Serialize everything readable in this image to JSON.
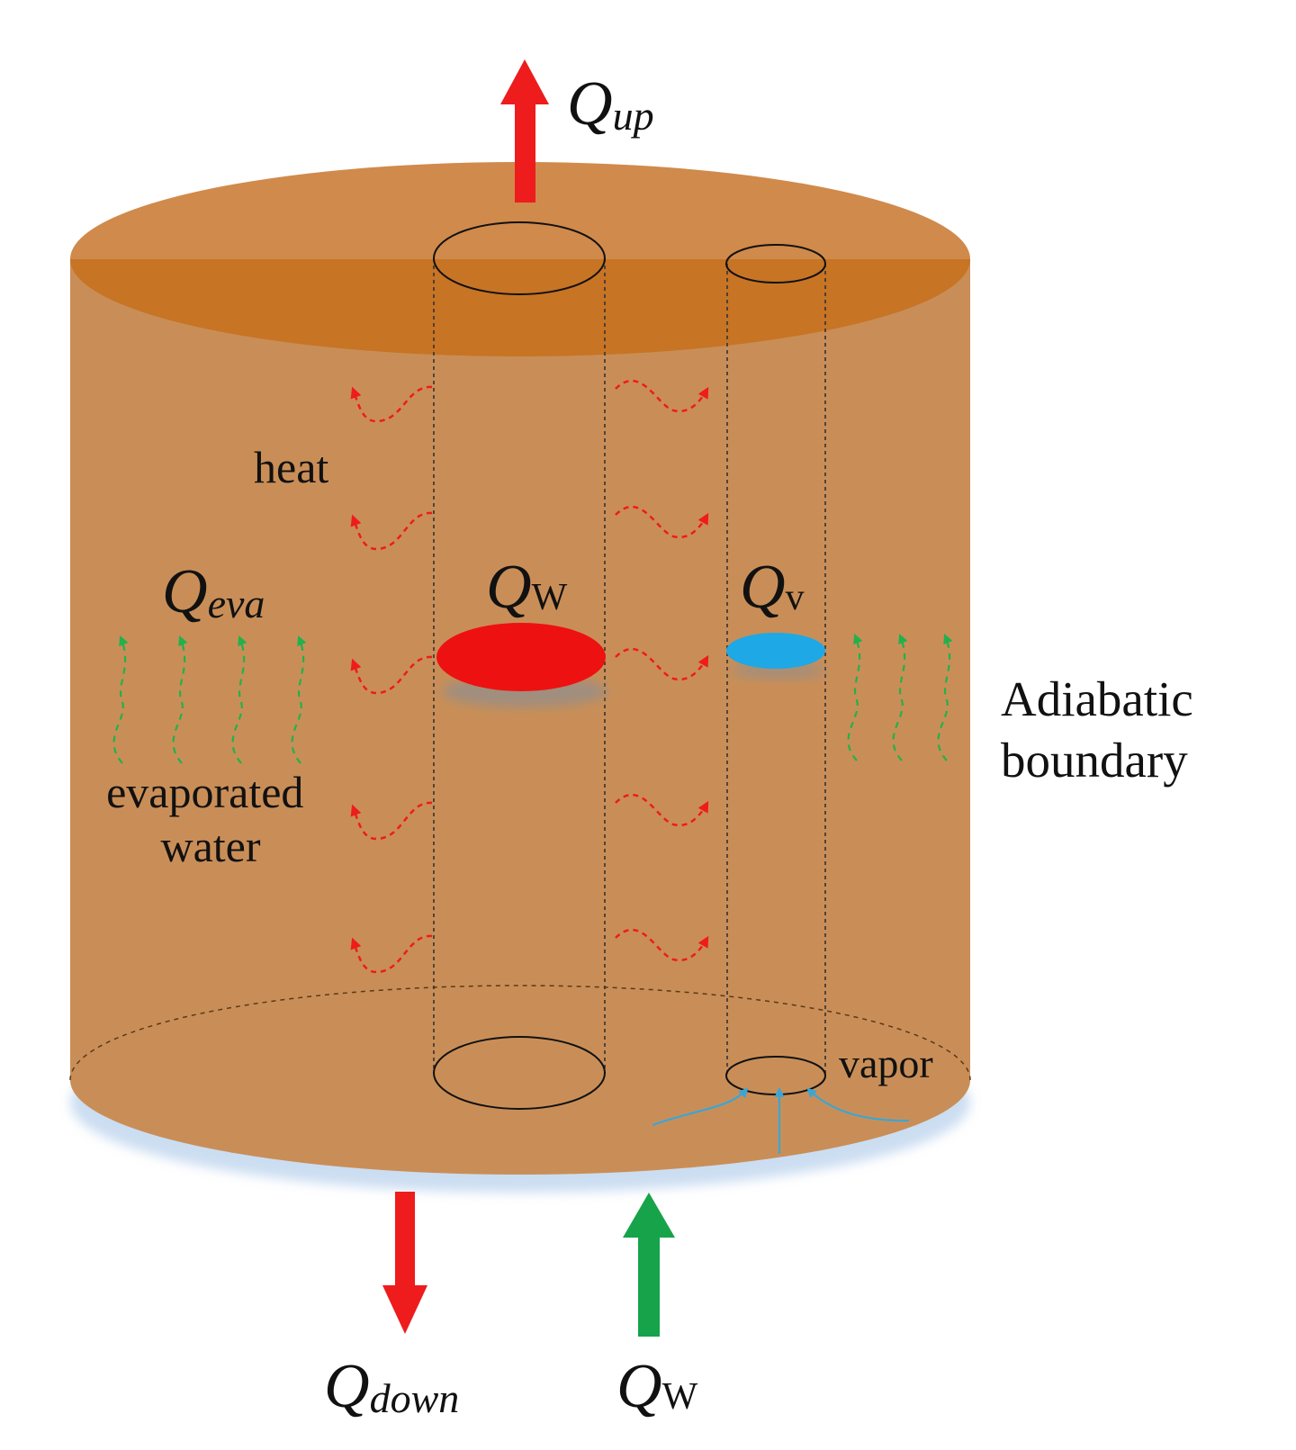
{
  "labels": {
    "q_up_main": "Q",
    "q_up_sub": "up",
    "heat": "heat",
    "q_eva_main": "Q",
    "q_eva_sub": "eva",
    "q_w_center_main": "Q",
    "q_w_center_sub": "W",
    "q_v_main": "Q",
    "q_v_sub": "v",
    "adiabatic_line1": "Adiabatic",
    "adiabatic_line2": "boundary",
    "evaporated_line1": "evaporated",
    "evaporated_line2": "water",
    "vapor": "vapor",
    "q_down_main": "Q",
    "q_down_sub": "down",
    "q_w_bottom_main": "Q",
    "q_w_bottom_sub": "W"
  },
  "colors": {
    "cylinder_body": "#c98e57",
    "cylinder_top": "#d08a4b",
    "cylinder_top_band": "#c77425",
    "heat_arrow": "#ee1c1c",
    "water_arrow": "#16a34a",
    "evaporation_dashes": "#22b14c",
    "water_node": "#ee1111",
    "vapor_node": "#1ea8e6",
    "vapor_flow": "#3aa6d6",
    "outline": "#1a1a1a"
  }
}
